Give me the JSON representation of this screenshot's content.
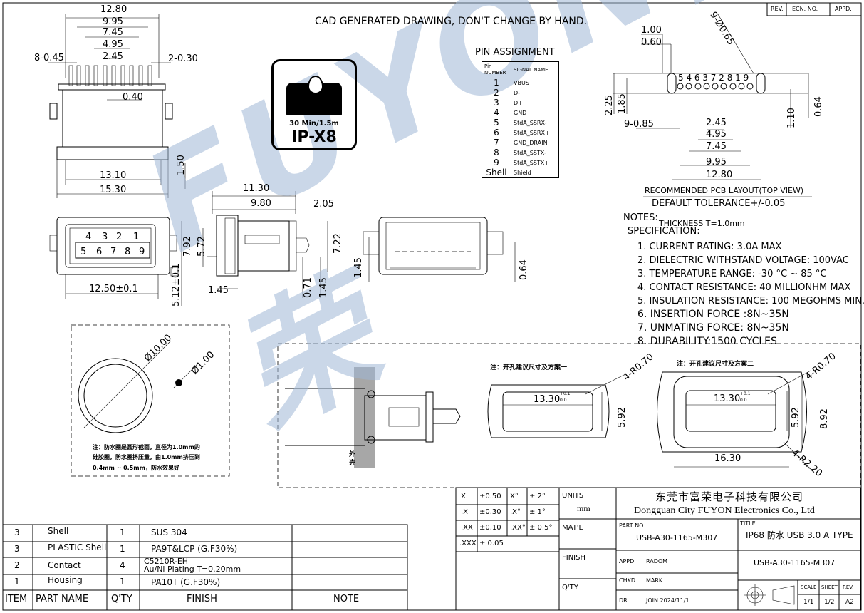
{
  "header": {
    "banner": "CAD GENERATED DRAWING, DON'T CHANGE BY HAND.",
    "rev_cols": [
      "REV.",
      "ECN. NO.",
      "APPD."
    ]
  },
  "watermark": {
    "text": "FUYON富荣",
    "color": "#9fb7d6"
  },
  "badge": {
    "rating": "30 Min/1.5m",
    "code": "IP-X8",
    "icon": "water-drop-icon"
  },
  "top_view_dims": {
    "d1280": "12.80",
    "d995": "9.95",
    "d745": "7.45",
    "d495": "4.95",
    "d245": "2.45",
    "pins_left": "8-0.45",
    "pins_right": "2-0.30",
    "d040": "0.40",
    "d1310": "13.10",
    "d1530": "15.30",
    "d150": "1.50"
  },
  "front_view": {
    "pins_top": [
      "4",
      "3",
      "2",
      "1"
    ],
    "pins_bottom": [
      "5",
      "6",
      "7",
      "8",
      "9"
    ],
    "d1250": "12.50±0.1",
    "d792": "7.92",
    "d572": "5.72",
    "d512": "5.12±0.1"
  },
  "side_view": {
    "d1130": "11.30",
    "d980": "9.80",
    "d205": "2.05",
    "d722": "7.22",
    "d145a": "1.45",
    "d071": "0.71",
    "d145b": "1.45"
  },
  "end_view": {
    "d145": "1.45",
    "d064": "0.64"
  },
  "pin_table": {
    "title": "PIN  ASSIGNMENT",
    "h_pin": "Pin NUMBER",
    "h_sig": "SIGNAL NAME",
    "rows": [
      {
        "n": "1",
        "s": "VBUS"
      },
      {
        "n": "2",
        "s": "D-"
      },
      {
        "n": "3",
        "s": "D+"
      },
      {
        "n": "4",
        "s": "GND"
      },
      {
        "n": "5",
        "s": "StdA_SSRX-"
      },
      {
        "n": "6",
        "s": "StdA_SSRX+"
      },
      {
        "n": "7",
        "s": "GND_DRAIN"
      },
      {
        "n": "8",
        "s": "StdA_SSTX-"
      },
      {
        "n": "9",
        "s": "StdA_SSTX+"
      },
      {
        "n": "Shell",
        "s": "Shield"
      }
    ]
  },
  "pcb": {
    "holes_label": "9-Ø0.65",
    "d100": "1.00",
    "d060": "0.60",
    "d225": "2.25",
    "d185": "1.85",
    "pin_nums": "5 4 6 3 7 2 8 1 9",
    "d064": "0.64",
    "d110": "1.10",
    "d085": "9-0.85",
    "d245": "2.45",
    "d495": "4.95",
    "d745": "7.45",
    "d995": "9.95",
    "d1280": "12.80",
    "title": "RECOMMENDED PCB LAYOUT(TOP VIEW)",
    "tolerance": "DEFAULT TOLERANCE+/-0.05"
  },
  "notes": {
    "n1": "NOTES:",
    "thick": "THICKNESS  T=1.0mm",
    "spec": "SPECIFICATION:",
    "items": [
      "1.  CURRENT RATING: 3.0A MAX",
      "2.  DIELECTRIC WITHSTAND VOLTAGE: 100VAC",
      "3.  TEMPERATURE RANGE: -30 °C ~ 85 °C",
      "4.  CONTACT RESISTANCE: 40 MILLIONHM MAX",
      "5.  INSULATION RESISTANCE: 100 MEGOHMS MIN.",
      "6.   INSERTION  FORCE  :8N~35N",
      "7.   UNMATING  FORCE:  8N~35N",
      "8.   DURABILITY:1500  CYCLES"
    ]
  },
  "oring": {
    "d_outer": "Ø10.00",
    "d_inner": "Ø1.00",
    "note1": "注：防水圈是圆形截面，直径为1.0mm的",
    "note2": "硅胶圈，防水圈挤压量，由1.0mm挤压到",
    "note3": "0.4mm ~ 0.5mm，防水效果好"
  },
  "panel": {
    "shell_label1": "外",
    "shell_label2": "壳",
    "s1_title": "注：开孔建议尺寸及方案一",
    "s1_r": "4-R0.70",
    "s1_w": "13.30",
    "s1_h": "5.92",
    "s2_title": "注：开孔建议尺寸及方案二",
    "s2_r": "4-R0.70",
    "s2_w": "13.30",
    "s2_h": "5.92",
    "s2_h2": "8.92",
    "s2_w2": "16.30",
    "s2_r2": "4-R2.20",
    "tol_up": "+0.1",
    "tol_dn": "0.0"
  },
  "tolerance_block": {
    "rows": [
      {
        "a": "X.",
        "b": "±0.50",
        "c": "X°",
        "d": "±  2°"
      },
      {
        "a": ".X",
        "b": "±0.30",
        "c": ".X°",
        "d": "±  1°"
      },
      {
        "a": ".XX",
        "b": "±0.10",
        "c": ".XX°",
        "d": "±  0.5°"
      },
      {
        "a": ".XXX",
        "b": "±  0.05",
        "c": "",
        "d": ""
      }
    ],
    "units": "UNITS",
    "mm": "mm",
    "matl": "MAT'L",
    "finish": "FINISH",
    "qty": "Q'TY"
  },
  "company": {
    "cn": "东莞市富荣电子科技有限公司",
    "en": "Dongguan City FUYON Electronics Co., Ltd"
  },
  "title_block": {
    "part_no_label": "PART  NO.",
    "part_no": "USB-A30-1165-M307",
    "title_label": "TITLE",
    "title": "IP68  防水 USB  3.0  A  TYPE",
    "drawing_no": "USB-A30-1165-M307",
    "appd_label": "APPD",
    "appd": "RADOM",
    "chkd_label": "CHKD",
    "chkd": "MARK",
    "dr_label": "DR.",
    "dr": "JOIN  2024/11/1",
    "scale_label": "SCALE",
    "scale": "1/1",
    "sheet_label": "SHEET",
    "sheet": "1/2",
    "rev_label": "REV.",
    "rev": "A2"
  },
  "bom": {
    "headers": {
      "item": "ITEM",
      "part": "PART  NAME",
      "qty": "Q'TY",
      "finish": "FINISH",
      "note": "NOTE"
    },
    "rows": [
      {
        "item": "3",
        "part": "Shell",
        "qty": "1",
        "finish": "SUS  304",
        "finish2": ""
      },
      {
        "item": "3",
        "part": "PLASTIC  Shell",
        "qty": "1",
        "finish": "PA9T&LCP  (G.F30%)",
        "finish2": ""
      },
      {
        "item": "2",
        "part": "Contact",
        "qty": "4",
        "finish": "C5210R-EH",
        "finish2": "Au/Ni   Plating    T=0.20mm"
      },
      {
        "item": "1",
        "part": "Housing",
        "qty": "1",
        "finish": "PA10T  (G.F30%)",
        "finish2": ""
      }
    ]
  }
}
